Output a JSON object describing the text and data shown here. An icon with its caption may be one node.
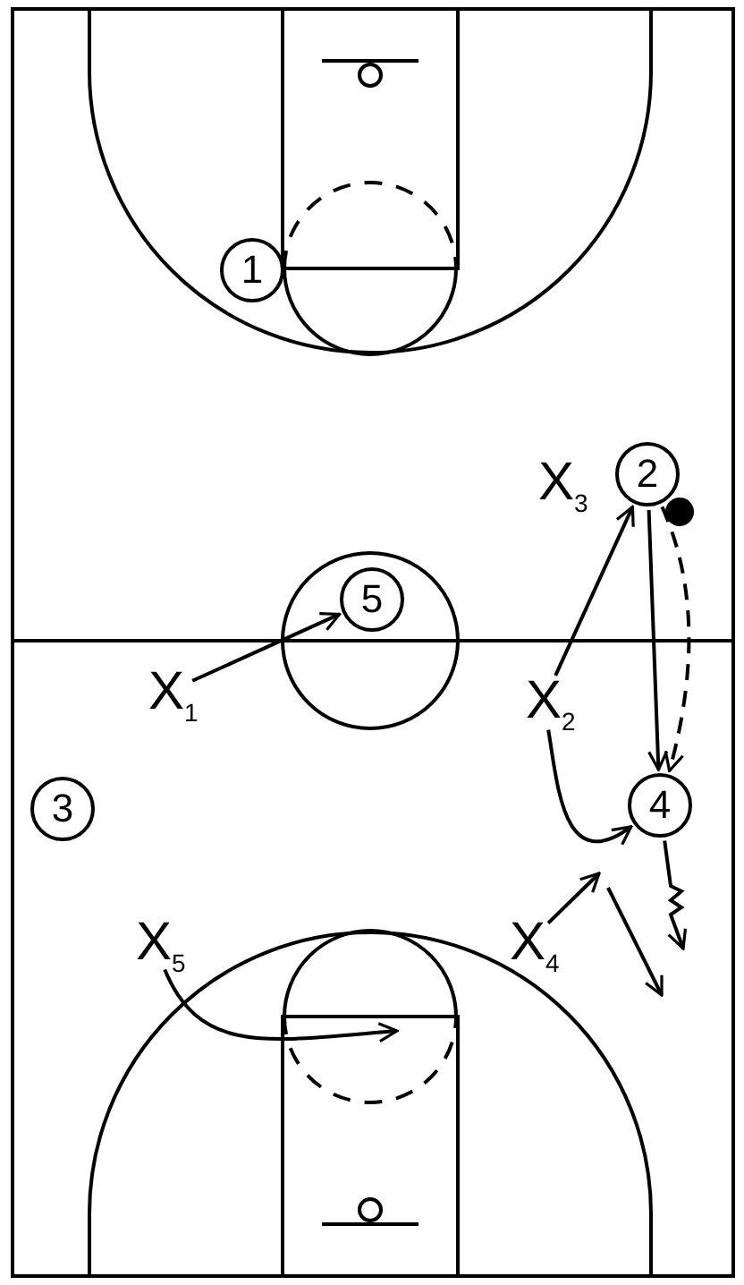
{
  "diagram": {
    "nodes": [
      {
        "text": [
          "1"
        ]
      },
      {
        "text": [
          "X$_{3}$"
        ]
      },
      {
        "text": [
          "2"
        ]
      },
      {
        "text": [
          "5"
        ]
      },
      {
        "text": [
          "X$_{1}$"
        ]
      },
      {
        "text": [
          "X$_{2}$"
        ]
      },
      {
        "text": [
          "3"
        ]
      },
      {
        "text": [
          "4"
        ]
      },
      {
        "text": [
          "X$_{5}$"
        ]
      },
      {
        "text": [
          "X$_{4}$"
        ]
      }
    ],
    "edges": [
      {
        "from": 4,
        "to": 3,
        "arrow": "to"
      },
      {
        "from": 5,
        "to": 2,
        "arrow": "to"
      },
      {
        "from": 2,
        "to": 7,
        "arrow": "to"
      },
      {
        "from": 2,
        "to": 7,
        "arrow": "to",
        "style": "dashed"
      },
      {
        "from": 9,
        "to": null,
        "arrow": "to"
      },
      {
        "from": 7,
        "to": null,
        "arrow": "to"
      },
      {
        "from": 8,
        "to": null,
        "arrow": "to"
      },
      {
        "from": 5,
        "to": 7,
        "arrow": "to"
      }
    ]
  }
}
